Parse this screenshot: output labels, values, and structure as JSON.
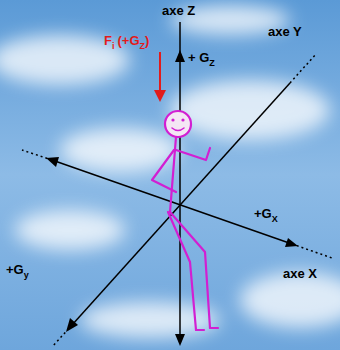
{
  "diagram": {
    "labels": [
      "axe Z",
      "F",
      "i",
      "(+G",
      "Z",
      ")",
      "+ G",
      "Z",
      "axe Y",
      "+G",
      "X",
      "axe X",
      "+G",
      "y"
    ]
  }
}
